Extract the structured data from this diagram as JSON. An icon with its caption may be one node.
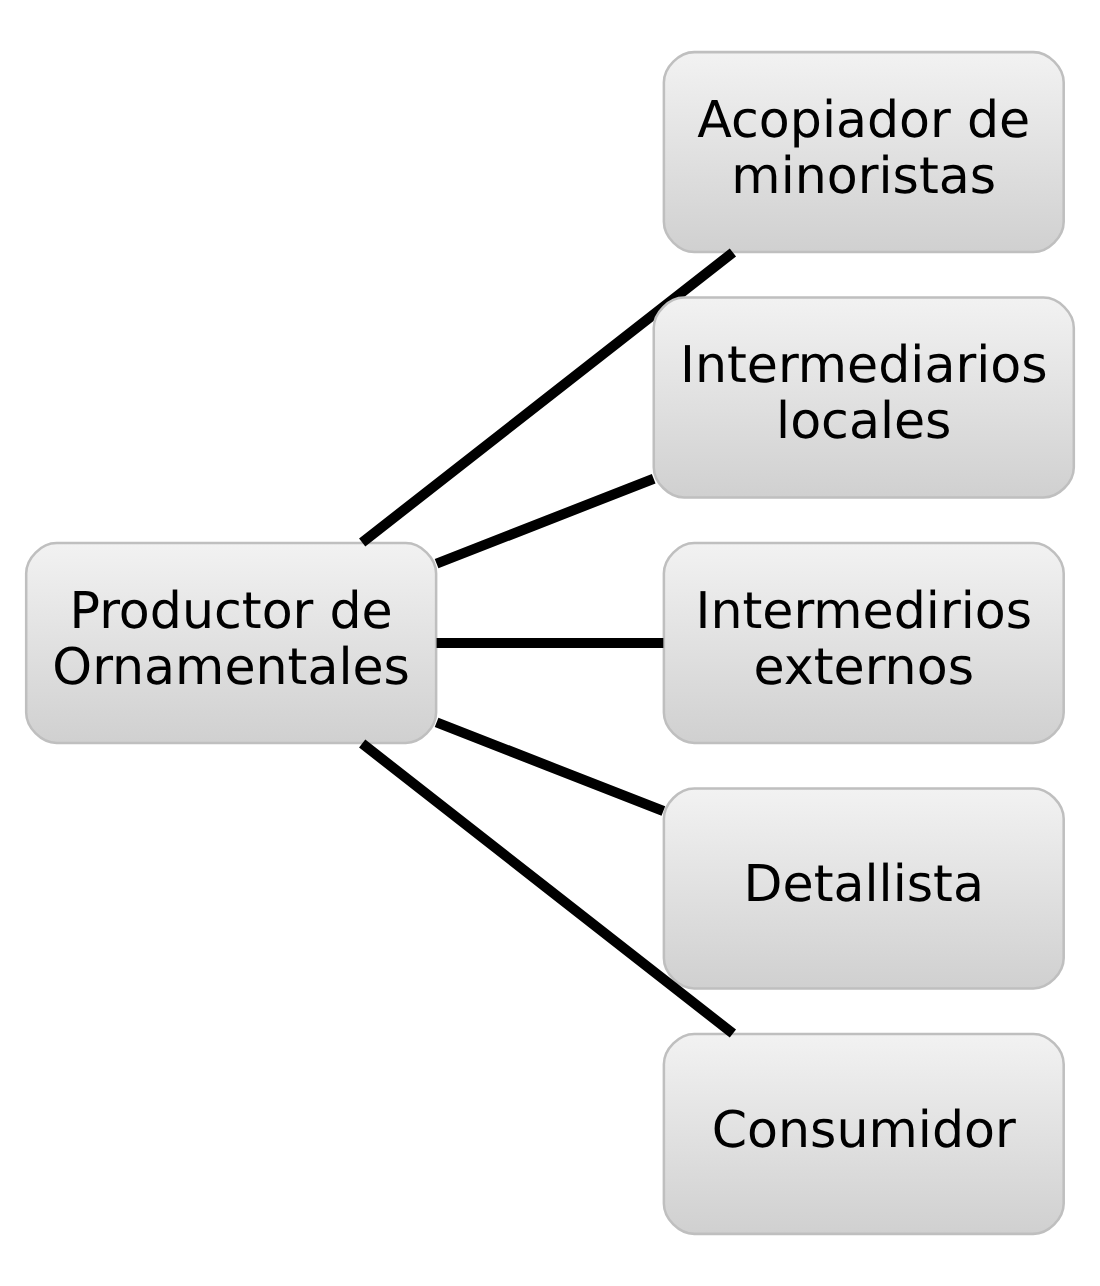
{
  "diagram": {
    "nodes": [
      {
        "text": [
          "Productor de Ornamentales"
        ]
      },
      {
        "text": [
          "Acopiador de minoristas"
        ]
      },
      {
        "text": [
          "Intermediarios locales"
        ]
      },
      {
        "text": [
          "Intermedirios externos"
        ]
      },
      {
        "text": [
          "Detallista"
        ]
      },
      {
        "text": [
          "Consumidor"
        ]
      }
    ],
    "edges": [
      {
        "from": 0,
        "to": 1,
        "arrow": "none"
      },
      {
        "from": 0,
        "to": 2,
        "arrow": "none"
      },
      {
        "from": 0,
        "to": 3,
        "arrow": "none"
      },
      {
        "from": 0,
        "to": 4,
        "arrow": "none"
      },
      {
        "from": 0,
        "to": 5,
        "arrow": "none"
      }
    ]
  }
}
